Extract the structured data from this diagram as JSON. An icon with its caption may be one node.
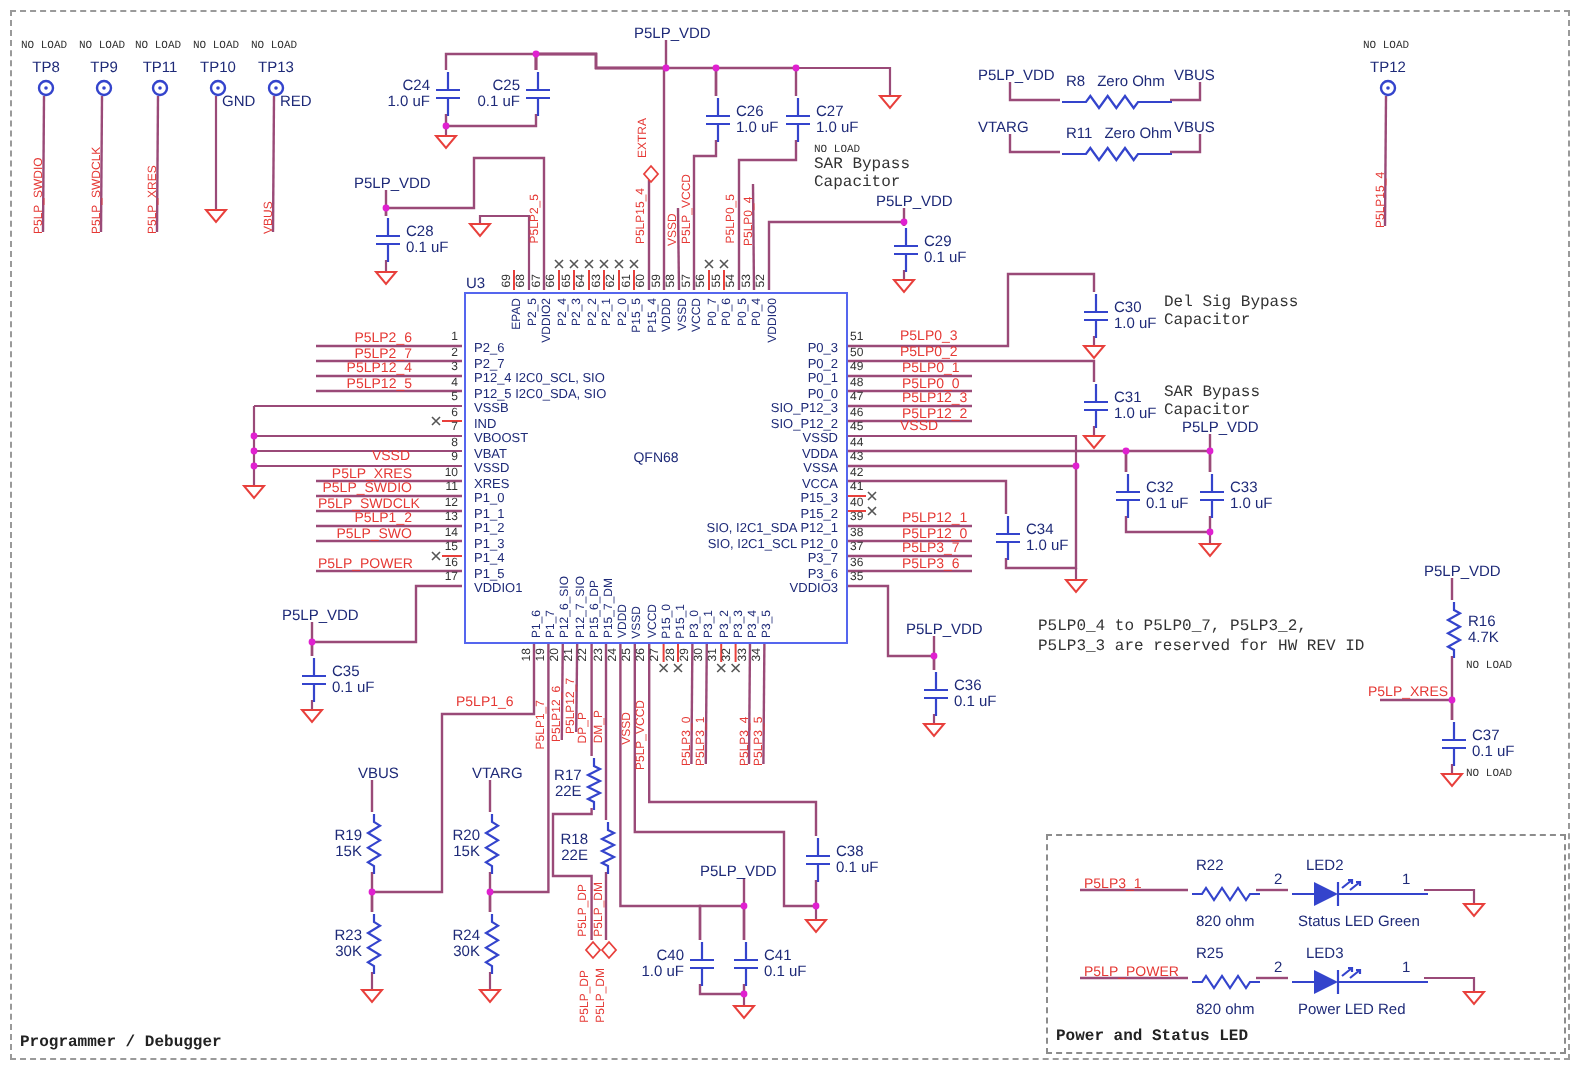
{
  "diagram": {
    "nodes": [
      {
        "text": [
          "Programmer / Debugger"
        ]
      },
      {
        "text": [
          "TP8"
        ],
        "beside": [
          "NO LOAD"
        ],
        "in": 0
      },
      {
        "text": [
          "TP9"
        ],
        "beside": [
          "NO LOAD"
        ],
        "in": 0
      },
      {
        "text": [
          "TP11"
        ],
        "beside": [
          "NO LOAD"
        ],
        "in": 0
      },
      {
        "text": [
          "TP10"
        ],
        "beside": [
          "NO LOAD",
          "GND"
        ],
        "in": 0
      },
      {
        "text": [
          "TP13"
        ],
        "beside": [
          "NO LOAD",
          "RED"
        ],
        "in": 0
      },
      {
        "text": [
          "C24",
          "1.0 uF"
        ],
        "in": 0
      },
      {
        "text": [
          "C25",
          "0.1 uF"
        ],
        "in": 0
      },
      {
        "text": [
          "C26",
          "1.0 uF"
        ],
        "in": 0
      },
      {
        "text": [
          "C27",
          "1.0 uF"
        ],
        "beside": [
          "NO LOAD",
          "SAR Bypass Capacitor"
        ],
        "in": 0
      },
      {
        "text": [
          "R8",
          "Zero Ohm"
        ],
        "in": 0
      },
      {
        "text": [
          "R11",
          "Zero Ohm"
        ],
        "in": 0
      },
      {
        "text": [
          "TP12"
        ],
        "beside": [
          "NO LOAD"
        ],
        "in": 0
      },
      {
        "text": [
          "C28",
          "0.1 uF"
        ],
        "in": 0
      },
      {
        "text": [
          "C29",
          "0.1 uF"
        ],
        "in": 0
      },
      {
        "text": [
          "U3",
          "EPAD",
          "P2_5",
          "VDDIO2",
          "P2_4",
          "P2_3",
          "P2_2",
          "P2_1",
          "P2_0",
          "P15_5",
          "P15_4",
          "VDDD",
          "VSSD",
          "VCCD",
          "P0_7",
          "P0_6",
          "P0_5",
          "P0_4",
          "VDDIO0",
          "P2_6",
          "P2_7",
          "P12_4 I2C0_SCL, SIO",
          "P12_5 I2C0_SDA, SIO",
          "VSSB",
          "IND",
          "VBOOST",
          "VBAT",
          "VSSD",
          "XRES",
          "P1_0",
          "P1_1",
          "P1_2",
          "P1_3",
          "P1_4",
          "P1_5",
          "VDDIO1",
          "P0_3",
          "P0_2",
          "P0_1",
          "P0_0",
          "SIO_P12_3",
          "SIO_P12_2",
          "VSSD",
          "VDDA",
          "VSSA",
          "VCCA",
          "P15_3",
          "P15_2",
          "SIO, I2C1_SDA P12_1",
          "SIO, I2C1_SCL P12_0",
          "P3_7",
          "P3_6",
          "VDDIO3",
          "P1_6",
          "P1_7",
          "P12_6_SIO",
          "P12_7_SIO",
          "P15_6_DP",
          "P15_7_DM",
          "VDDD",
          "VSSD",
          "VCCD",
          "P15_0",
          "P15_1",
          "P3_0",
          "P3_1",
          "P3_2",
          "P3_3",
          "P3_4",
          "P3_5",
          "QFN68"
        ],
        "beside": [
          "69",
          "68",
          "67",
          "66",
          "65",
          "64",
          "63",
          "62",
          "61",
          "60",
          "59",
          "58",
          "57",
          "56",
          "55",
          "54",
          "53",
          "52",
          "1",
          "2",
          "3",
          "4",
          "5",
          "6",
          "7",
          "8",
          "9",
          "10",
          "11",
          "12",
          "13",
          "14",
          "15",
          "16",
          "17",
          "51",
          "50",
          "49",
          "48",
          "47",
          "46",
          "45",
          "44",
          "43",
          "42",
          "41",
          "40",
          "39",
          "38",
          "37",
          "36",
          "35",
          "18",
          "19",
          "20",
          "21",
          "22",
          "23",
          "24",
          "25",
          "26",
          "27",
          "28",
          "29",
          "30",
          "31",
          "32",
          "33",
          "34"
        ],
        "in": 0
      },
      {
        "text": [
          "C30",
          "1.0 uF"
        ],
        "beside": [
          "Del Sig Bypass Capacitor"
        ],
        "in": 0
      },
      {
        "text": [
          "C31",
          "1.0 uF"
        ],
        "beside": [
          "SAR Bypass Capacitor"
        ],
        "in": 0
      },
      {
        "text": [
          "C32",
          "0.1 uF"
        ],
        "in": 0
      },
      {
        "text": [
          "C33",
          "1.0 uF"
        ],
        "in": 0
      },
      {
        "text": [
          "C34",
          "1.0 uF"
        ],
        "in": 0
      },
      {
        "text": [
          "C35",
          "0.1 uF"
        ],
        "in": 0
      },
      {
        "text": [
          "C36",
          "0.1 uF"
        ],
        "in": 0
      },
      {
        "text": [
          "R16",
          "4.7K"
        ],
        "beside": [
          "NO LOAD"
        ],
        "in": 0
      },
      {
        "text": [
          "C37",
          "0.1 uF"
        ],
        "beside": [
          "NO LOAD"
        ],
        "in": 0
      },
      {
        "text": [
          "R17",
          "22E"
        ],
        "in": 0
      },
      {
        "text": [
          "R18",
          "22E"
        ],
        "in": 0
      },
      {
        "text": [
          "R19",
          "15K"
        ],
        "in": 0
      },
      {
        "text": [
          "R20",
          "15K"
        ],
        "in": 0
      },
      {
        "text": [
          "R23",
          "30K"
        ],
        "in": 0
      },
      {
        "text": [
          "R24",
          "30K"
        ],
        "in": 0
      },
      {
        "text": [
          "C38",
          "0.1 uF"
        ],
        "in": 0
      },
      {
        "text": [
          "C40",
          "1.0 uF"
        ],
        "in": 0
      },
      {
        "text": [
          "C41",
          "0.1 uF"
        ],
        "in": 0
      },
      {
        "text": [
          "Power and Status LED"
        ],
        "in": 0
      },
      {
        "text": [
          "R22",
          "820 ohm"
        ],
        "in": 34
      },
      {
        "text": [
          "LED2",
          "Status LED Green"
        ],
        "in": 34
      },
      {
        "text": [
          "R25",
          "820 ohm"
        ],
        "in": 34
      },
      {
        "text": [
          "LED3",
          "Power LED Red"
        ],
        "in": 34
      },
      {
        "text": [
          "P5LP_SWDIO"
        ],
        "in": 0
      },
      {
        "text": [
          "P5LP_SWDCLK"
        ],
        "in": 0
      },
      {
        "text": [
          "P5LP_XRES"
        ],
        "in": 0
      },
      {
        "text": [
          "VBUS"
        ],
        "in": 0
      },
      {
        "text": [
          "P5LP15_4"
        ],
        "in": 0
      },
      {
        "text": [
          "P5LP2_6"
        ],
        "in": 0
      },
      {
        "text": [
          "P5LP2_7"
        ],
        "in": 0
      },
      {
        "text": [
          "P5LP12_4"
        ],
        "in": 0
      },
      {
        "text": [
          "P5LP12_5"
        ],
        "in": 0
      },
      {
        "text": [
          "P5LP_XRES"
        ],
        "in": 0
      },
      {
        "text": [
          "P5LP_SWDIO"
        ],
        "in": 0
      },
      {
        "text": [
          "P5LP_SWDCLK"
        ],
        "in": 0
      },
      {
        "text": [
          "P5LP1_2"
        ],
        "in": 0
      },
      {
        "text": [
          "P5LP_SWO"
        ],
        "in": 0
      },
      {
        "text": [
          "P5LP_POWER"
        ],
        "in": 0
      },
      {
        "text": [
          "P5LP0_1"
        ],
        "in": 0
      },
      {
        "text": [
          "P5LP0_0"
        ],
        "in": 0
      },
      {
        "text": [
          "P5LP12_3"
        ],
        "in": 0
      },
      {
        "text": [
          "P5LP12_2"
        ],
        "in": 0
      },
      {
        "text": [
          "P5LP12_1"
        ],
        "in": 0
      },
      {
        "text": [
          "P5LP12_0"
        ],
        "in": 0
      },
      {
        "text": [
          "P5LP3_7"
        ],
        "in": 0
      },
      {
        "text": [
          "P5LP3_6"
        ],
        "in": 0
      },
      {
        "text": [
          "EXTRA"
        ],
        "in": 0
      },
      {
        "text": [
          "P5LP_DP"
        ],
        "in": 0
      },
      {
        "text": [
          "P5LP_DM"
        ],
        "in": 0
      },
      {
        "text": [
          "VSSD"
        ],
        "in": 0
      },
      {
        "text": [
          "P5LP0_4"
        ],
        "in": 0
      },
      {
        "text": [
          "P5LP12_6"
        ],
        "in": 0
      },
      {
        "text": [
          "P5LP12_7"
        ],
        "in": 0
      },
      {
        "text": [
          "P5LP3_0"
        ],
        "in": 0
      },
      {
        "text": [
          "P5LP3_1"
        ],
        "in": 0
      },
      {
        "text": [
          "P5LP3_4"
        ],
        "in": 0
      },
      {
        "text": [
          "P5LP3_5"
        ],
        "in": 0
      },
      {
        "text": [
          "P5LP3_1"
        ],
        "in": 34
      },
      {
        "text": [
          "P5LP_POWER"
        ],
        "in": 34
      },
      {
        "text": [
          "P5LP_VDD"
        ],
        "in": 0
      },
      {
        "text": [
          "VBUS"
        ],
        "in": 0
      },
      {
        "text": [
          "VTARG"
        ],
        "in": 0
      },
      {
        "text": [
          "VBUS"
        ],
        "in": 0
      },
      {
        "text": [
          "P5LP_VDD"
        ],
        "in": 0
      },
      {
        "text": [
          "P5LP_VDD"
        ],
        "in": 0
      },
      {
        "text": [
          "P5LP_VDD"
        ],
        "in": 0
      },
      {
        "text": [
          "P5LP_VDD"
        ],
        "in": 0
      },
      {
        "text": [
          "P5LP_VDD"
        ],
        "in": 0
      },
      {
        "text": [
          "P5LP_VDD"
        ],
        "in": 0
      },
      {
        "text": [
          "P5LP_VDD"
        ],
        "in": 0
      },
      {
        "text": [
          "P5LP_XRES"
        ],
        "in": 0
      },
      {
        "text": [
          "VBUS"
        ],
        "in": 0
      },
      {
        "text": [
          "VTARG"
        ],
        "in": 0
      },
      {
        "text": [
          "P5LP_VDD"
        ],
        "in": 0
      }
    ],
    "edges": [
      {
        "from": 6,
        "to": 7,
        "arrow": "none"
      },
      {
        "from": 6,
        "to": 7,
        "arrow": "none"
      },
      {
        "from": 7,
        "to": 15,
        "arrow": "none"
      },
      {
        "from": 7,
        "to": 8,
        "arrow": "none"
      },
      {
        "from": 8,
        "to": 9,
        "arrow": "none"
      },
      {
        "from": 8,
        "to": 15,
        "arrow": "none"
      },
      {
        "from": 9,
        "to": 15,
        "arrow": "none"
      },
      {
        "from": 13,
        "to": 15,
        "arrow": "none"
      },
      {
        "from": 15,
        "to": 14,
        "arrow": "none"
      },
      {
        "from": 15,
        "to": 16,
        "arrow": "none"
      },
      {
        "from": 15,
        "to": 17,
        "arrow": "none"
      },
      {
        "from": 15,
        "to": 18,
        "arrow": "none"
      },
      {
        "from": 18,
        "to": 19,
        "arrow": "none"
      },
      {
        "from": 18,
        "to": 19,
        "arrow": "none"
      },
      {
        "from": 15,
        "to": 20,
        "arrow": "none"
      },
      {
        "from": 15,
        "to": 20,
        "arrow": "none"
      },
      {
        "from": 15,
        "to": 21,
        "arrow": "none"
      },
      {
        "from": 15,
        "to": 22,
        "arrow": "none"
      },
      {
        "from": 23,
        "to": 24,
        "arrow": "none"
      },
      {
        "from": 15,
        "to": 29,
        "arrow": "none"
      },
      {
        "from": 27,
        "to": 29,
        "arrow": "none"
      },
      {
        "from": 15,
        "to": 30,
        "arrow": "none"
      },
      {
        "from": 28,
        "to": 30,
        "arrow": "none"
      },
      {
        "from": 15,
        "to": 25,
        "arrow": "none"
      },
      {
        "from": 15,
        "to": 26,
        "arrow": "none"
      },
      {
        "from": 15,
        "to": 31,
        "arrow": "none"
      },
      {
        "from": 15,
        "to": 31,
        "arrow": "none"
      },
      {
        "from": 15,
        "to": 32,
        "arrow": "none"
      },
      {
        "from": 32,
        "to": 33,
        "arrow": "none"
      },
      {
        "from": 32,
        "to": 33,
        "arrow": "none"
      },
      {
        "from": 35,
        "to": 36,
        "arrow": "none"
      },
      {
        "from": 37,
        "to": 38,
        "arrow": "none"
      },
      {
        "from": 1,
        "to": 39,
        "arrow": "none"
      },
      {
        "from": 2,
        "to": 40,
        "arrow": "none"
      },
      {
        "from": 3,
        "to": 41,
        "arrow": "none"
      },
      {
        "from": 5,
        "to": 42,
        "arrow": "none"
      },
      {
        "from": 12,
        "to": 43,
        "arrow": "none"
      },
      {
        "from": 15,
        "to": 44,
        "arrow": "none"
      },
      {
        "from": 15,
        "to": 45,
        "arrow": "none"
      },
      {
        "from": 15,
        "to": 46,
        "arrow": "none"
      },
      {
        "from": 15,
        "to": 47,
        "arrow": "none"
      },
      {
        "from": 15,
        "to": 48,
        "arrow": "none"
      },
      {
        "from": 15,
        "to": 49,
        "arrow": "none"
      },
      {
        "from": 15,
        "to": 50,
        "arrow": "none"
      },
      {
        "from": 15,
        "to": 51,
        "arrow": "none"
      },
      {
        "from": 15,
        "to": 52,
        "arrow": "none"
      },
      {
        "from": 15,
        "to": 53,
        "arrow": "none"
      },
      {
        "from": 15,
        "to": 54,
        "arrow": "none"
      },
      {
        "from": 15,
        "to": 55,
        "arrow": "none"
      },
      {
        "from": 15,
        "to": 56,
        "arrow": "none"
      },
      {
        "from": 15,
        "to": 57,
        "arrow": "none"
      },
      {
        "from": 15,
        "to": 58,
        "arrow": "none"
      },
      {
        "from": 15,
        "to": 59,
        "arrow": "none"
      },
      {
        "from": 15,
        "to": 60,
        "arrow": "none"
      },
      {
        "from": 15,
        "to": 61,
        "arrow": "none"
      },
      {
        "from": 15,
        "to": 62,
        "arrow": "none"
      },
      {
        "from": 25,
        "to": 63,
        "arrow": "none"
      },
      {
        "from": 26,
        "to": 64,
        "arrow": "none"
      },
      {
        "from": 15,
        "to": 65,
        "arrow": "none"
      },
      {
        "from": 15,
        "to": 66,
        "arrow": "none"
      },
      {
        "from": 15,
        "to": 67,
        "arrow": "none"
      },
      {
        "from": 15,
        "to": 68,
        "arrow": "none"
      },
      {
        "from": 15,
        "to": 69,
        "arrow": "none"
      },
      {
        "from": 15,
        "to": 70,
        "arrow": "none"
      },
      {
        "from": 15,
        "to": 71,
        "arrow": "none"
      },
      {
        "from": 15,
        "to": 72,
        "arrow": "none"
      },
      {
        "from": 35,
        "to": 73,
        "arrow": "none"
      },
      {
        "from": 37,
        "to": 74,
        "arrow": "none"
      },
      {
        "from": 10,
        "to": 75,
        "arrow": "none"
      },
      {
        "from": 10,
        "to": 76,
        "arrow": "none"
      },
      {
        "from": 11,
        "to": 77,
        "arrow": "none"
      },
      {
        "from": 11,
        "to": 78,
        "arrow": "none"
      },
      {
        "from": 79,
        "to": 7,
        "arrow": "none"
      },
      {
        "from": 80,
        "to": 13,
        "arrow": "none"
      },
      {
        "from": 81,
        "to": 14,
        "arrow": "none"
      },
      {
        "from": 82,
        "to": 19,
        "arrow": "none"
      },
      {
        "from": 83,
        "to": 21,
        "arrow": "none"
      },
      {
        "from": 84,
        "to": 22,
        "arrow": "none"
      },
      {
        "from": 85,
        "to": 23,
        "arrow": "none"
      },
      {
        "from": 86,
        "to": 24,
        "arrow": "none"
      },
      {
        "from": 87,
        "to": 27,
        "arrow": "none"
      },
      {
        "from": 88,
        "to": 28,
        "arrow": "none"
      },
      {
        "from": 89,
        "to": 33,
        "arrow": "none"
      }
    ],
    "labels": [
      "P5LP2_5",
      "P5LP15_4",
      "P5LP_VCCD",
      "P5LP0_5",
      "VSSD",
      "P5LP0_3",
      "P5LP0_2",
      "VSSD",
      "P5LP0_4 to P5LP0_7, P5LP3_2, P5LP3_3 are reserved for HW REV ID",
      "P5LP1_6",
      "P5LP1_7",
      "DP_P",
      "DM_P",
      "P5LP_DP",
      "P5LP_DM",
      "VSSD",
      "P5LP_VCCD",
      "2",
      "1",
      "2",
      "1"
    ]
  }
}
